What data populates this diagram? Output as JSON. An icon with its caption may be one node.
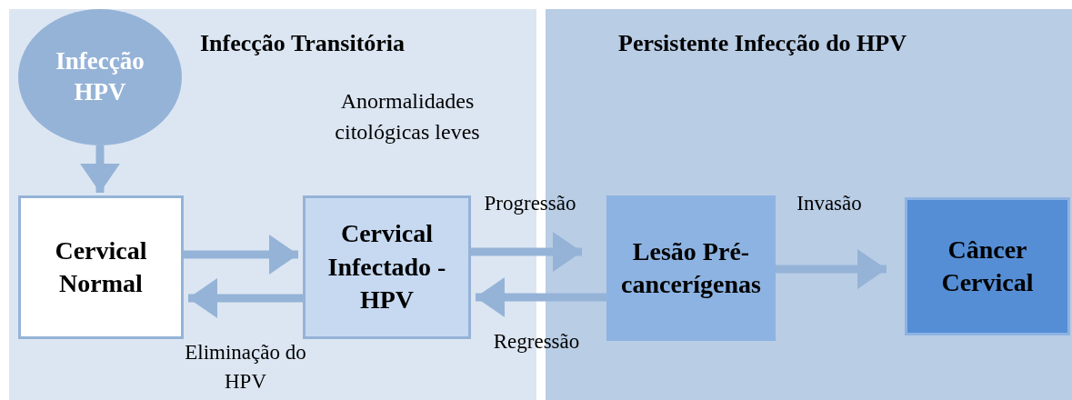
{
  "diagram": {
    "nodes": [
      {
        "text": [
          "Infecção Transitória"
        ]
      },
      {
        "text": [
          "Persistente Infecção do HPV"
        ]
      },
      {
        "text": [
          "Infecção HPV"
        ],
        "in": 0
      },
      {
        "text": [
          "Cervical Normal"
        ],
        "in": 0
      },
      {
        "text": [
          "Cervical Infectado - HPV"
        ],
        "in": 0,
        "beside": [
          "Anormalidades citológicas leves"
        ]
      },
      {
        "text": [
          "Lesão Pré-cancerígenas"
        ],
        "in": 1
      },
      {
        "text": [
          "Câncer Cervical"
        ],
        "in": 1
      }
    ],
    "edges": [
      {
        "from": 2,
        "to": 3,
        "arrow": "to"
      },
      {
        "from": 3,
        "to": 4,
        "arrow": "to"
      },
      {
        "from": 4,
        "to": 3,
        "arrow": "to",
        "label": "Eliminação do HPV"
      },
      {
        "from": 4,
        "to": 5,
        "arrow": "to",
        "label": "Progressão"
      },
      {
        "from": 5,
        "to": 4,
        "arrow": "to",
        "label": "Regressão"
      },
      {
        "from": 5,
        "to": 6,
        "arrow": "to",
        "label": "Invasão"
      }
    ]
  }
}
